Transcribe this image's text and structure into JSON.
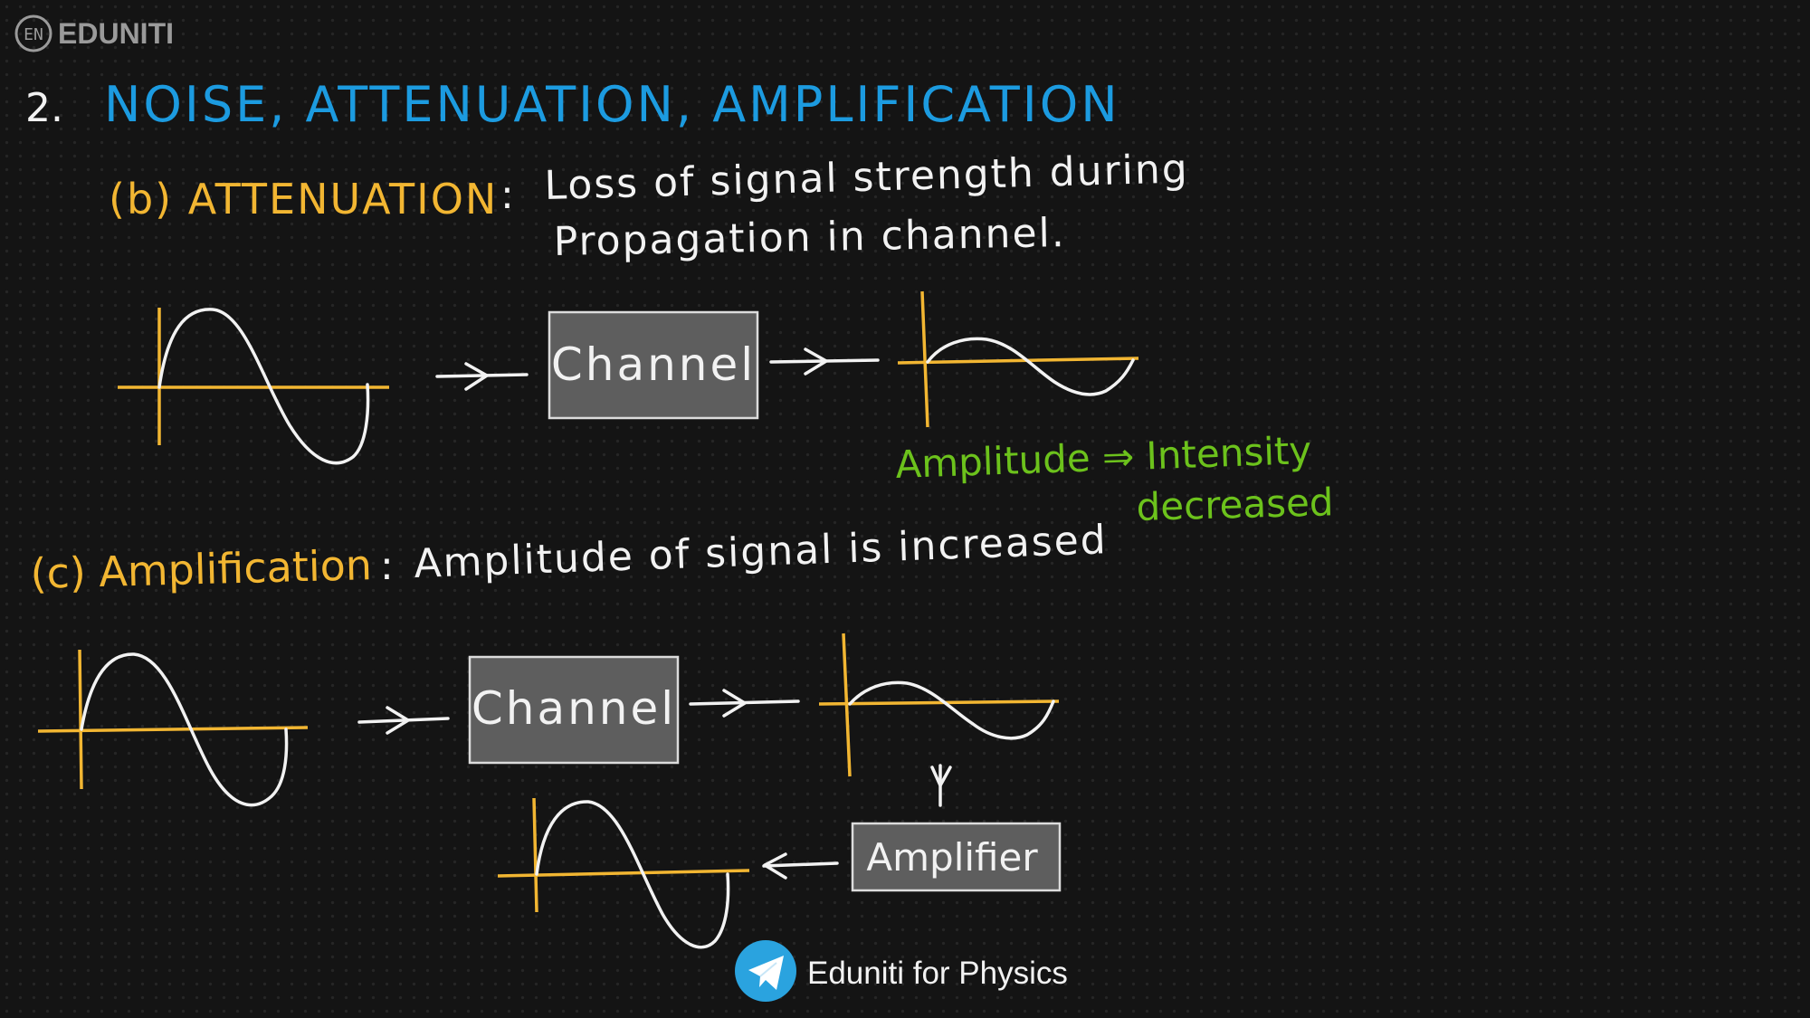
{
  "logo": {
    "badge": "EN",
    "name": "EDUNITI"
  },
  "heading": {
    "number": "2.",
    "title": "NOISE, ATTENUATION, AMPLIFICATION"
  },
  "attenuation": {
    "label": "(b) ATTENUATION",
    "separator": ":",
    "definition_line1": "Loss of signal strength during",
    "definition_line2": "Propagation in channel.",
    "channel_label": "Channel",
    "effect_line1": "Amplitude ⇒ Intensity",
    "effect_line2": "decreased"
  },
  "amplification": {
    "label": "(c) Amplification",
    "separator": ":",
    "definition": "Amplitude of signal is increased",
    "channel_label": "Channel",
    "amplifier_label": "Amplifier"
  },
  "footer": {
    "text": "Eduniti for Physics"
  },
  "colors": {
    "heading_blue": "#1c9be0",
    "label_yellow": "#f2b632",
    "note_green": "#6cc21c",
    "chalk_white": "#f2f2f2",
    "axis_orange": "#f2b632",
    "box_fill": "#5e5e5e",
    "telegram_blue": "#2aa3df"
  }
}
